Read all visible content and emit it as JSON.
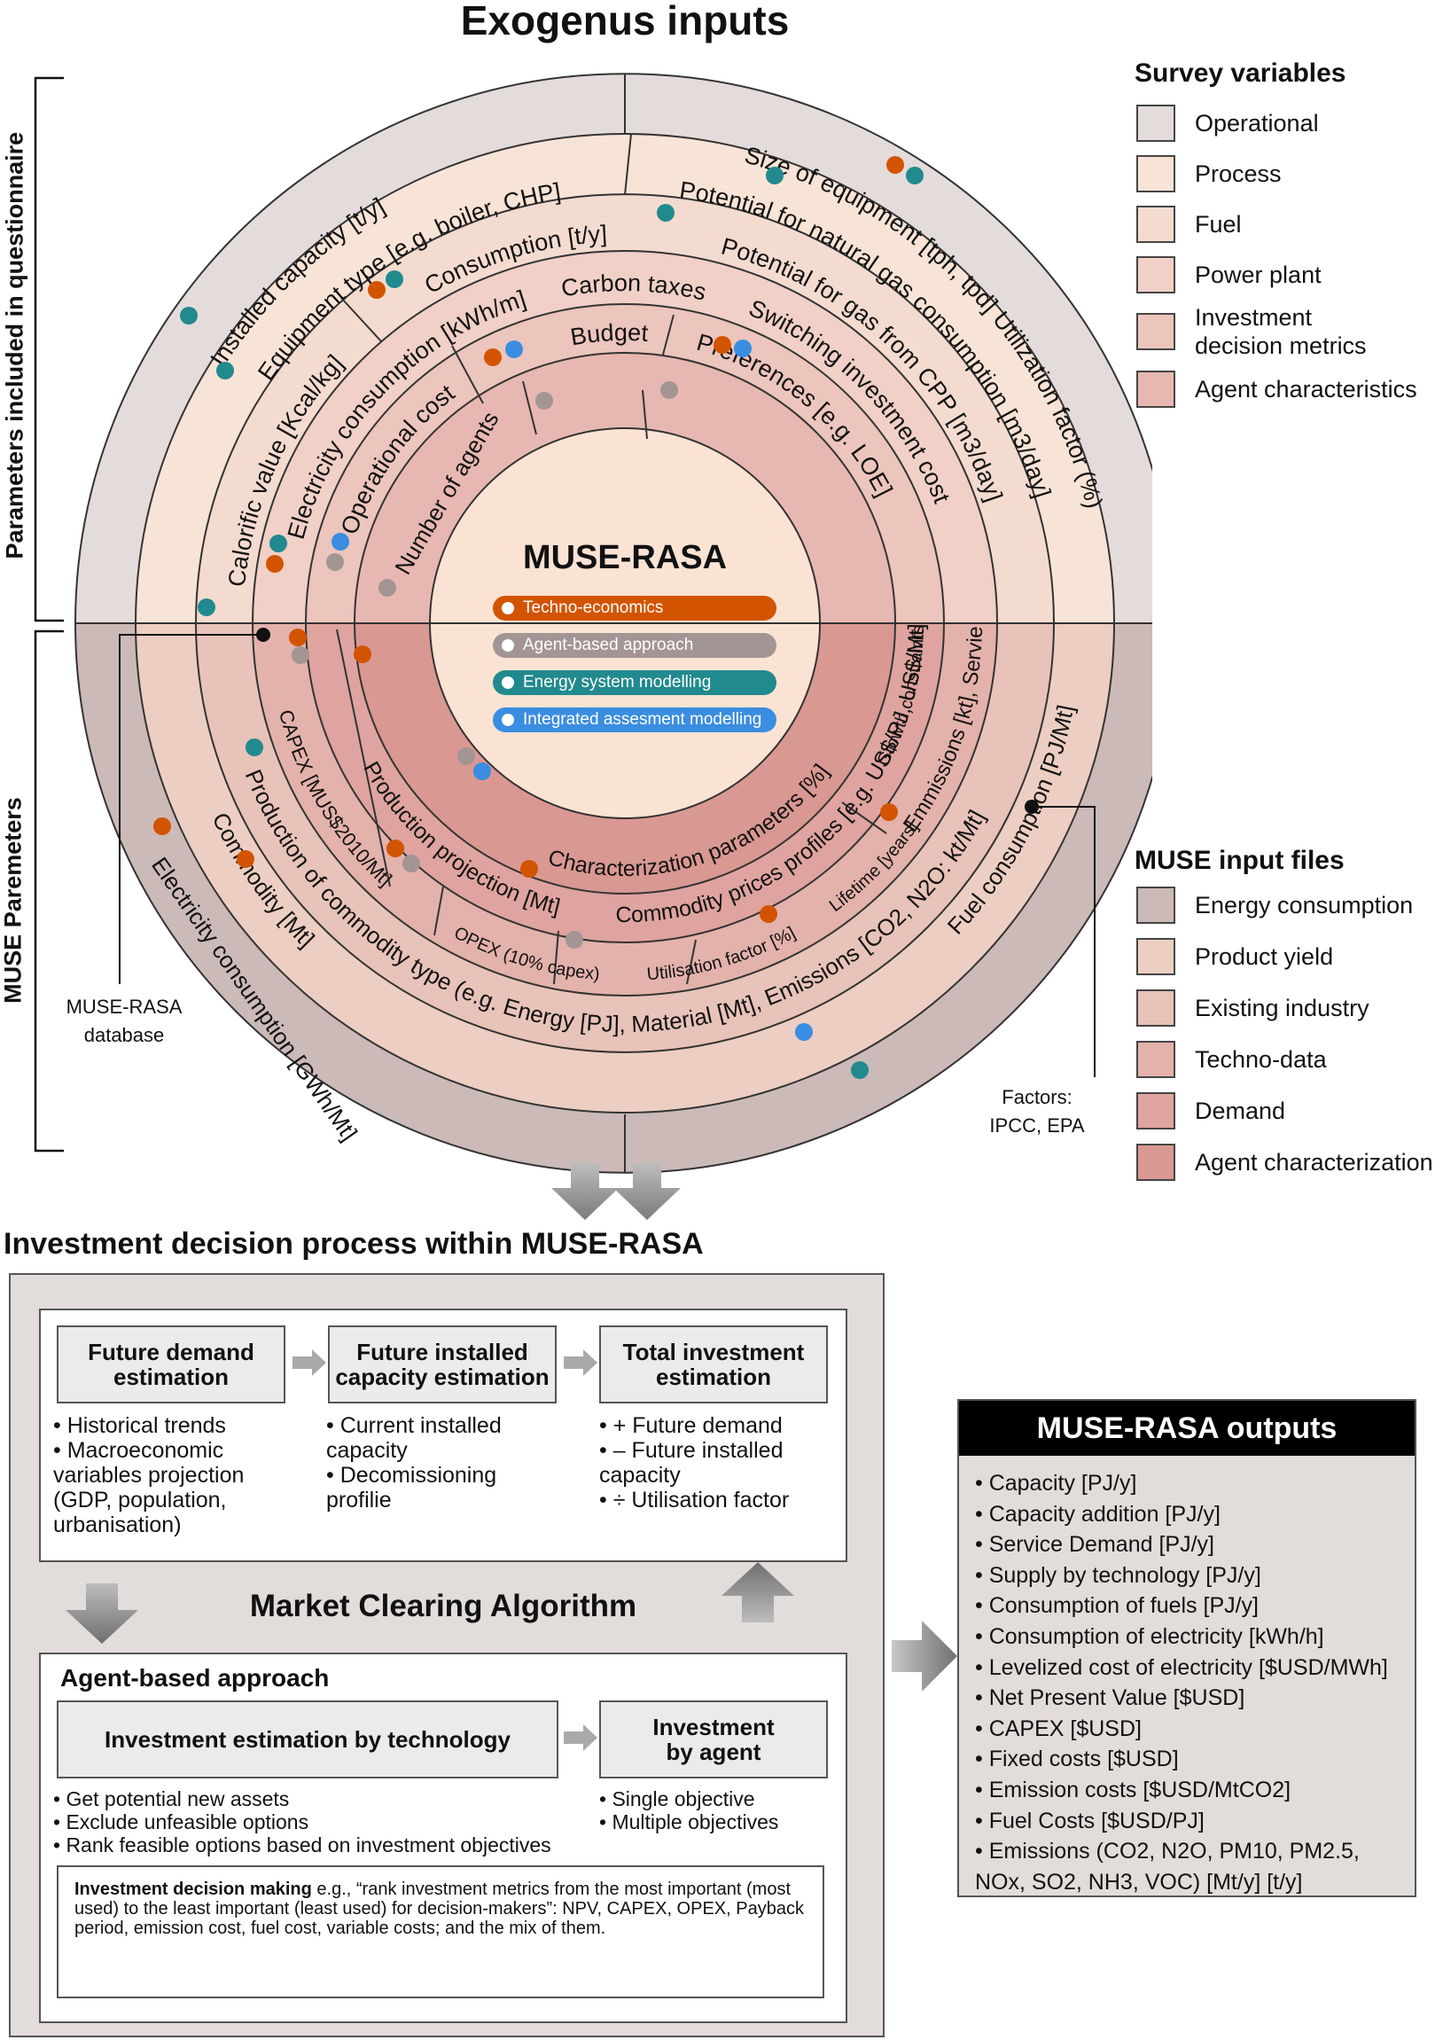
{
  "top_title": "Exogenus inputs",
  "left_labels": {
    "questionnaire": "Parameters included in questionnaire",
    "muse_params": "MUSE Paremeters"
  },
  "center": {
    "title": "MUSE-RASA",
    "chips": [
      {
        "label": "Techno-economics",
        "color": "#d35400"
      },
      {
        "label": "Agent-based approach",
        "color": "#a39594"
      },
      {
        "label": "Energy system modelling",
        "color": "#218a8e"
      },
      {
        "label": "Integrated assesment modelling",
        "color": "#3a8de0"
      }
    ]
  },
  "colors": {
    "techno": "#d35400",
    "agent": "#a39594",
    "energy": "#218a8e",
    "integrated": "#3a8de0"
  },
  "ring_text": {
    "upper_r5": [
      "Installed capacity [t/y]",
      "Size of equipment [tph, tpd]",
      "Utilization factor (%)"
    ],
    "upper_r4": [
      "Equipment type [e.g. boiler, CHP]",
      "Potential for natural gas consumption [m3/day]",
      "Calorific value [Kcal/kg]"
    ],
    "upper_r3": [
      "Consumption [t/y]",
      "Potential for gas from CPP [m3/day]",
      "Electricity consumption [kWh/m]"
    ],
    "upper_r2": [
      "Carbon taxes",
      "Switching investment cost",
      "Operational cost"
    ],
    "upper_r1": [
      "Budget",
      "Preferences [e.g. LOE]",
      "Number of agents"
    ],
    "lower_r1": [
      "Characterization parameters [%]"
    ],
    "lower_r2": [
      "Production projection [Mt]",
      "Commodity prices profiles [e.g. US$/PJ, US$/Mt]",
      "Growth constraints [Mt]"
    ],
    "lower_r3": [
      "CAPEX [MUS$2010/Mt]",
      "OPEX (10% capex)",
      "Utilisation factor [%]",
      "Lifetime [years]",
      "Emmissions [kt], Servie [PJ])"
    ],
    "lower_r4": [
      "Production of commodity type (e.g. Energy [PJ], Material [Mt], Emissions [CO2, N2O: kt/Mt]"
    ],
    "lower_r5": [
      "Commodity [Mt]",
      "Electricity consumption [GWh/Mt]",
      "Fuel consumption [PJ/Mt]"
    ]
  },
  "survey_legend": {
    "title": "Survey variables",
    "items": [
      {
        "label": "Operational",
        "color": "#e3dcda"
      },
      {
        "label": "Process",
        "color": "#f8e4d6"
      },
      {
        "label": "Fuel",
        "color": "#f4dbd0"
      },
      {
        "label": "Power plant",
        "color": "#f0d0c7"
      },
      {
        "label": "Investment decision metrics",
        "color": "#ecc5bd"
      },
      {
        "label": "Agent characteristics",
        "color": "#e7b8b1"
      }
    ]
  },
  "muse_legend": {
    "title": "MUSE input files",
    "items": [
      {
        "label": "Energy consumption",
        "color": "#cbbab7"
      },
      {
        "label": "Product yield",
        "color": "#eccfc2"
      },
      {
        "label": "Existing industry",
        "color": "#e8c3b9"
      },
      {
        "label": "Techno-data",
        "color": "#e3b2ab"
      },
      {
        "label": "Demand",
        "color": "#dfa49f"
      },
      {
        "label": "Agent characterization",
        "color": "#d99892"
      }
    ]
  },
  "db_label": {
    "line1": "MUSE-RASA",
    "line2": "database"
  },
  "factors_label": {
    "line1": "Factors:",
    "line2": "IPCC, EPA"
  },
  "process": {
    "title": "Investment decision process within MUSE-RASA",
    "step1": {
      "title": "Future demand estimation",
      "bullets": [
        "• Historical trends",
        "• Macroeconomic variables projection (GDP, population, urbanisation)"
      ]
    },
    "step2": {
      "title": "Future installed capacity estimation",
      "bullets": [
        "• Current installed capacity",
        "• Decomissioning profilie"
      ]
    },
    "step3": {
      "title": "Total investment estimation",
      "bullets": [
        "• + Future demand",
        "• – Future installed capacity",
        "• ÷ Utilisation factor"
      ]
    },
    "mca": "Market Clearing Algorithm",
    "agent_title": "Agent-based approach",
    "inv_tech": "Investment estimation by technology",
    "inv_agent": "Investment by agent",
    "tech_bullets": [
      "• Get potential new assets",
      "• Exclude unfeasible options",
      "• Rank feasible options based on investment objectives"
    ],
    "agent_bullets": [
      "• Single objective",
      "• Multiple objectives"
    ],
    "decision_bold": "Investment decision making",
    "decision_text": " e.g., “rank investment metrics from the most important (most used) to the least important (least used) for decision-makers”: NPV, CAPEX, OPEX, Payback period, emission cost, fuel cost, variable costs; and the mix of them."
  },
  "outputs": {
    "title": "MUSE-RASA outputs",
    "items": [
      "• Capacity [PJ/y]",
      "• Capacity addition [PJ/y]",
      "• Service Demand [PJ/y]",
      "• Supply by technology [PJ/y]",
      "• Consumption of fuels [PJ/y]",
      "• Consumption of electricity [kWh/h]",
      "• Levelized cost of electricity [$USD/MWh]",
      "• Net Present Value [$USD]",
      "• CAPEX [$USD]",
      "• Fixed costs [$USD]",
      "• Emission costs [$USD/MtCO2]",
      "• Fuel Costs [$USD/PJ]",
      "• Emissions (CO2, N2O, PM10, PM2.5,",
      "NOx, SO2, NH3, VOC) [Mt/y] [t/y]"
    ]
  }
}
